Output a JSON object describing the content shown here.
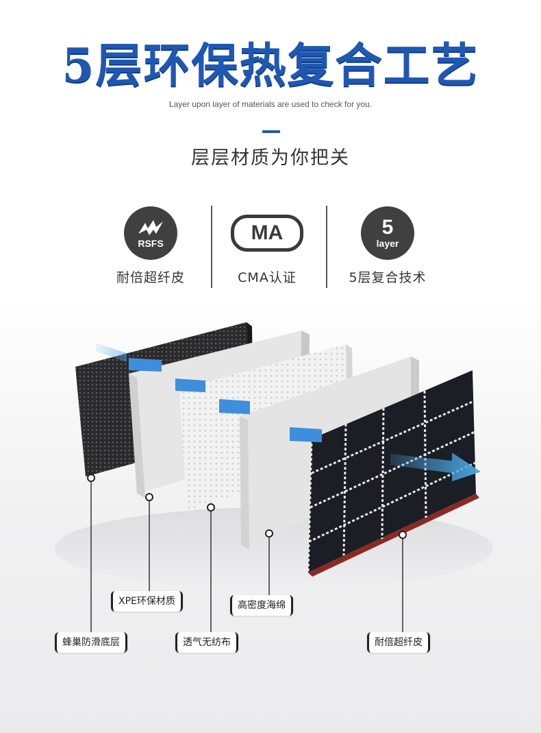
{
  "header": {
    "title": "5层环保热复合工艺",
    "subtitle_en": "Layer upon layer of materials are used to check for you.",
    "subtitle_cn": "层层材质为你把关"
  },
  "features": [
    {
      "icon": "rsfs-badge-icon",
      "icon_text": "RSFS",
      "label": "耐倍超纤皮"
    },
    {
      "icon": "cma-certification-icon",
      "icon_text": "MA",
      "label": "CMA认证"
    },
    {
      "icon": "five-layer-badge-icon",
      "icon_number": "5",
      "icon_text": "layer",
      "label": "5层复合技术"
    }
  ],
  "layers": [
    {
      "label": "蜂巢防滑底层"
    },
    {
      "label": "XPE环保材质"
    },
    {
      "label": "透气无纺布"
    },
    {
      "label": "高密度海绵"
    },
    {
      "label": "耐倍超纤皮"
    }
  ],
  "colors": {
    "accent": "#1f58b3",
    "arrow": "#4aa6e0",
    "dark": "#404040"
  }
}
